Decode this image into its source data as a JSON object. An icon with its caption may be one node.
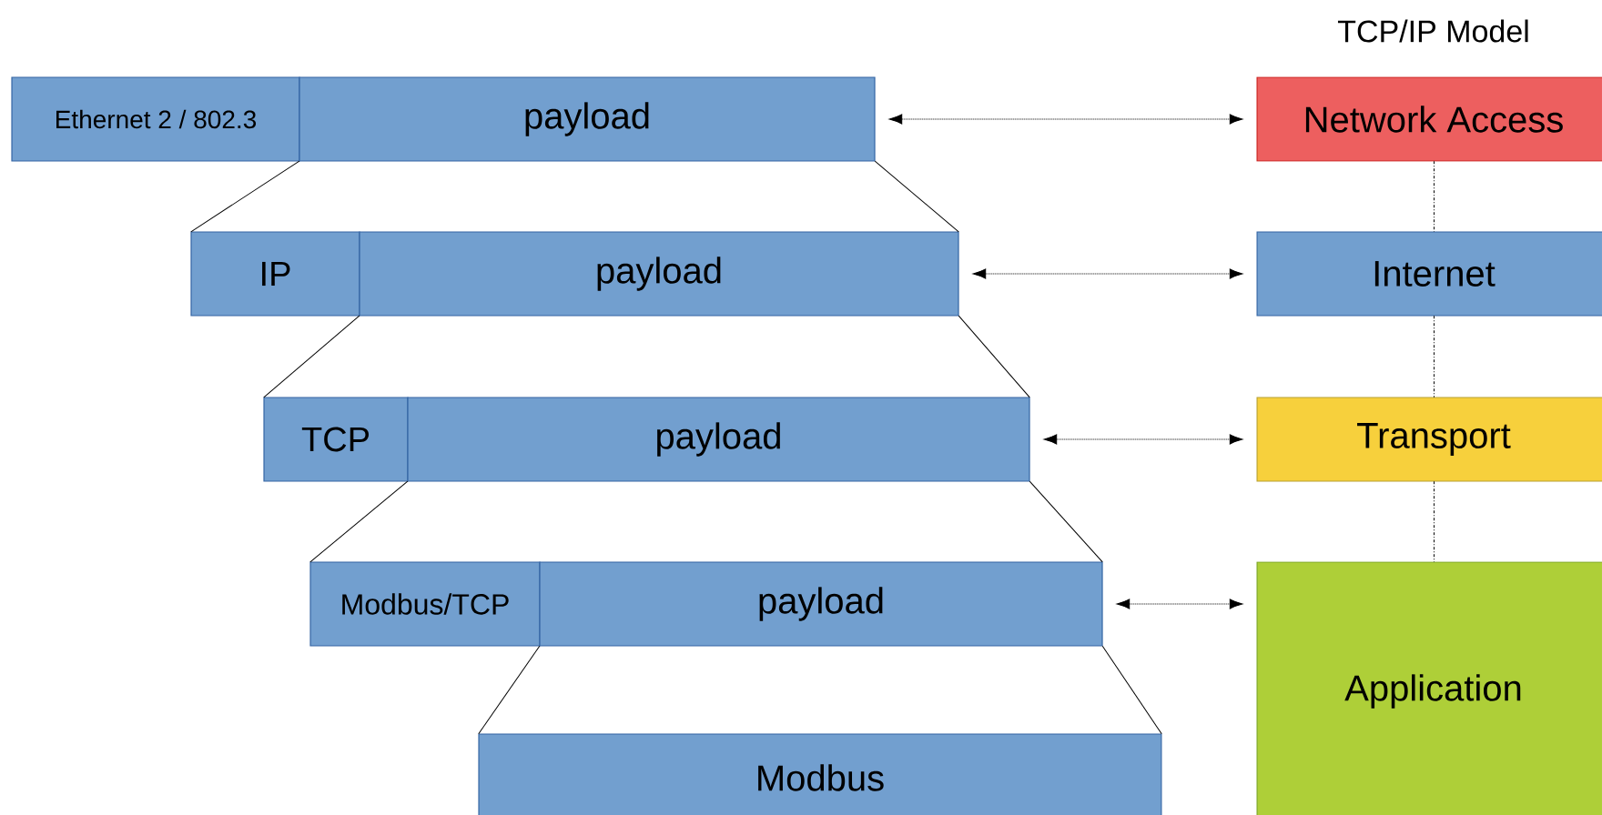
{
  "diagram": {
    "title": "TCP/IP Model",
    "nodes": [
      {
        "text": [
          "Ethernet  2 / 802.3"
        ]
      },
      {
        "text": [
          "payload"
        ]
      },
      {
        "text": [
          "IP"
        ]
      },
      {
        "text": [
          "payload"
        ]
      },
      {
        "text": [
          "TCP"
        ]
      },
      {
        "text": [
          "payload"
        ]
      },
      {
        "text": [
          "Modbus/TCP"
        ]
      },
      {
        "text": [
          "payload"
        ]
      },
      {
        "text": [
          "Modbus"
        ]
      },
      {
        "text": [
          "Network Access"
        ]
      },
      {
        "text": [
          "Internet"
        ]
      },
      {
        "text": [
          "Transport"
        ]
      },
      {
        "text": [
          "Application"
        ]
      }
    ],
    "edges": [
      {
        "from": 1,
        "to": 9,
        "arrow": "both",
        "style": "dashed"
      },
      {
        "from": 3,
        "to": 10,
        "arrow": "both",
        "style": "dashed"
      },
      {
        "from": 5,
        "to": 11,
        "arrow": "both",
        "style": "dashed"
      },
      {
        "from": 7,
        "to": 12,
        "arrow": "both",
        "style": "dashed"
      },
      {
        "from": 9,
        "to": 10,
        "arrow": "none",
        "style": "dashed"
      },
      {
        "from": 10,
        "to": 11,
        "arrow": "none",
        "style": "dashed"
      },
      {
        "from": 11,
        "to": 12,
        "arrow": "none",
        "style": "dashed"
      },
      {
        "from": 1,
        "to": 2,
        "arrow": "none"
      },
      {
        "from": 1,
        "to": 3,
        "arrow": "none"
      },
      {
        "from": 3,
        "to": 4,
        "arrow": "none"
      },
      {
        "from": 3,
        "to": 5,
        "arrow": "none"
      },
      {
        "from": 5,
        "to": 6,
        "arrow": "none"
      },
      {
        "from": 5,
        "to": 7,
        "arrow": "none"
      },
      {
        "from": 7,
        "to": 8,
        "arrow": "none"
      },
      {
        "from": 7,
        "to": 8,
        "arrow": "none"
      }
    ]
  }
}
